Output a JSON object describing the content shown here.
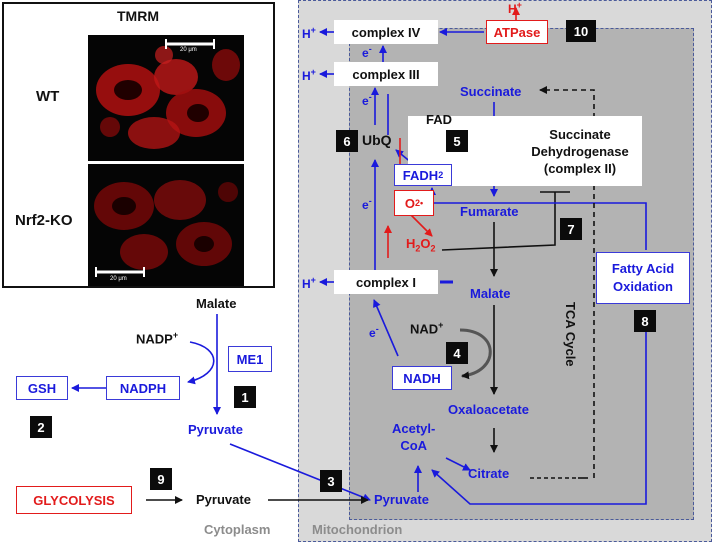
{
  "microscopy": {
    "title": "TMRM",
    "row1_label": "WT",
    "row2_label": "Nrf2-KO",
    "scale_bar_1": "20 μm",
    "scale_bar_2": "20 μm"
  },
  "regions": {
    "cytoplasm": "Cytoplasm",
    "mitochondrion": "Mitochondrion",
    "tca_cycle": "TCA Cycle"
  },
  "etc": {
    "complex_iv": "complex IV",
    "complex_iii": "complex III",
    "complex_i": "complex I",
    "ubq": "UbQ",
    "atpase": "ATPase",
    "h_plus": "H",
    "plus": "+",
    "e_minus": "e",
    "minus": "-"
  },
  "metabolites": {
    "succinate": "Succinate",
    "fad": "FAD",
    "fadh2_base": "FADH",
    "fadh2_sub": "2",
    "sdh_line1": "Succinate",
    "sdh_line2": "Dehydrogenase",
    "sdh_line3": "(complex II)",
    "superoxide_base": "O",
    "superoxide_sub": "2",
    "superoxide_sup": "•",
    "h2o2_h": "H",
    "h2o2_o": "O",
    "h2o2_sub": "2",
    "fumarate": "Fumarate",
    "malate_mito": "Malate",
    "nad_base": "NAD",
    "nad_sup": "+",
    "nadh": "NADH",
    "oxaloacetate": "Oxaloacetate",
    "acetyl_coa_line1": "Acetyl-",
    "acetyl_coa_line2": "CoA",
    "citrate": "Citrate",
    "pyruvate_mito": "Pyruvate",
    "fatty_acid_line1": "Fatty Acid",
    "fatty_acid_line2": "Oxidation",
    "malate_cyto": "Malate",
    "nadp_base": "NADP",
    "nadp_sup": "+",
    "me1": "ME1",
    "gsh": "GSH",
    "nadph": "NADPH",
    "pyruvate_cyto_blue": "Pyruvate",
    "glycolysis": "GLYCOLYSIS",
    "pyruvate_cyto_black": "Pyruvate"
  },
  "badges": [
    "1",
    "2",
    "3",
    "4",
    "5",
    "6",
    "7",
    "8",
    "9",
    "10"
  ],
  "colors": {
    "blue": "#1a1adc",
    "red": "#e21b1b",
    "mito_outer": "#d9d9d9",
    "mito_inner": "#b3b3b3"
  }
}
